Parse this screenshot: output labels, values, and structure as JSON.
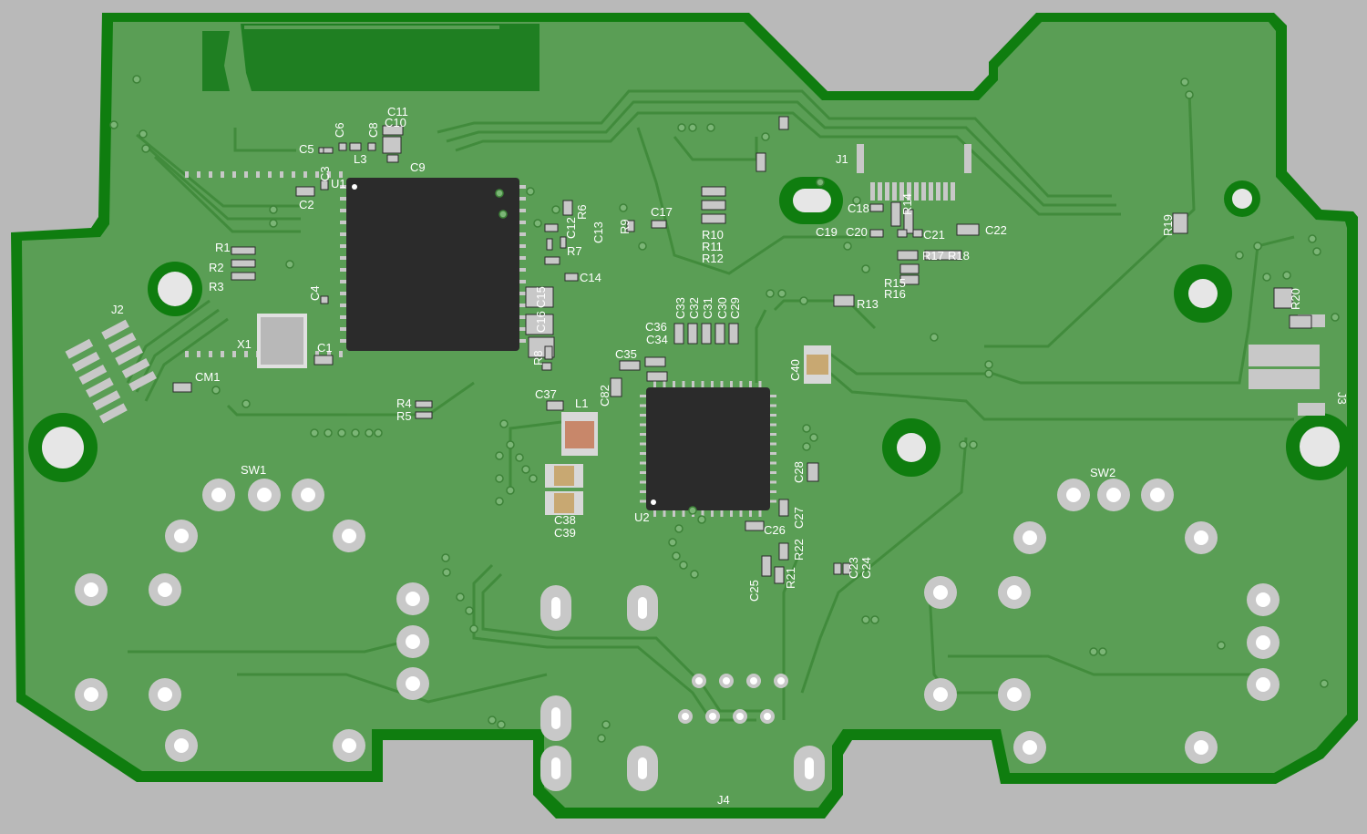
{
  "colors": {
    "background": "#b9b9b9",
    "board_edge": "#0f7d0f",
    "board_fill": "#5a9e55",
    "copper_trace": "#4c8f47",
    "chip": "#2b2b2b",
    "pad": "#c8c8c8",
    "silkscreen": "#ffffff"
  },
  "components": {
    "u1": "U1",
    "u2": "U2",
    "x1": "X1",
    "l1": "L1",
    "l3": "L3",
    "j1": "J1",
    "j2": "J2",
    "j3": "J3",
    "j4": "J4",
    "sw1": "SW1",
    "sw2": "SW2",
    "cm1": "CM1",
    "c1": "C1",
    "c2": "C2",
    "c3": "C3",
    "c4": "C4",
    "c5": "C5",
    "c6": "C6",
    "c8": "C8",
    "c9": "C9",
    "c10": "C10",
    "c11": "C11",
    "c12": "C12",
    "c13": "C13",
    "c14": "C14",
    "c15": "C15",
    "c16": "C16",
    "c17": "C17",
    "c18": "C18",
    "c19": "C19",
    "c20": "C20",
    "c21": "C21",
    "c22": "C22",
    "c23": "C23",
    "c24": "C24",
    "c25": "C25",
    "c26": "C26",
    "c27": "C27",
    "c28": "C28",
    "c29": "C29",
    "c30": "C30",
    "c31": "C31",
    "c32": "C32",
    "c33": "C33",
    "c34": "C34",
    "c35": "C35",
    "c36": "C36",
    "c37": "C37",
    "c38": "C38",
    "c39": "C39",
    "c40": "C40",
    "c82": "C82",
    "r1": "R1",
    "r2": "R2",
    "r3": "R3",
    "r4": "R4",
    "r5": "R5",
    "r6": "R6",
    "r7": "R7",
    "r8": "R8",
    "r9": "R9",
    "r10": "R10",
    "r11": "R11",
    "r12": "R12",
    "r13": "R13",
    "r14": "R14",
    "r15": "R15",
    "r16": "R16",
    "r17": "R17",
    "r18": "R18",
    "r19": "R19",
    "r20": "R20",
    "r21": "R21",
    "r22": "R22"
  }
}
